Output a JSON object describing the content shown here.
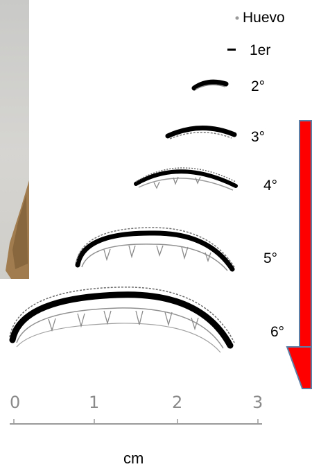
{
  "stages": {
    "egg": "Huevo",
    "first": "1er",
    "second": "2°",
    "third": "3°",
    "fourth": "4°",
    "fifth": "5°",
    "sixth": "6°"
  },
  "scale": {
    "ticks": [
      "0",
      "1",
      "2",
      "3"
    ],
    "unit": "cm"
  },
  "colors": {
    "arrow_fill": "#ff0000",
    "arrow_outline": "#5b7fa6"
  }
}
